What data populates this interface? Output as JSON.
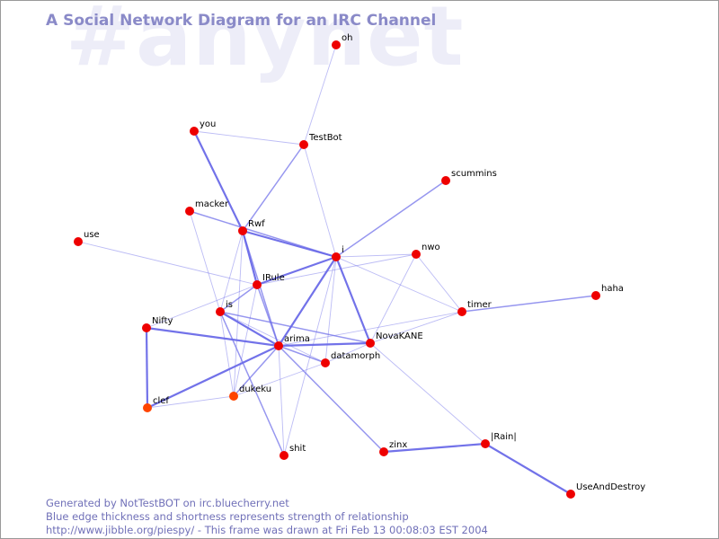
{
  "watermark": "#anynet",
  "title": "A Social Network Diagram for an IRC Channel",
  "footer": {
    "line1": "Generated by NotTestBOT on irc.bluecherry.net",
    "line2": "Blue edge thickness and shortness represents strength of relationship",
    "line3": "http://www.jibble.org/piespy/ - This frame was drawn at Fri Feb 13 00:08:03 EST 2004"
  },
  "colors": {
    "node": "#ee0000",
    "node_alt": "#ff4400",
    "edge": "#6a6ae8",
    "title": "#8a8ac8",
    "footer": "#7070b8",
    "watermark": "#ededf8"
  },
  "graph": {
    "nodes": [
      {
        "id": "oh",
        "label": "oh"
      },
      {
        "id": "testbot",
        "label": "TestBot"
      },
      {
        "id": "you",
        "label": "you"
      },
      {
        "id": "scummins",
        "label": "scummins"
      },
      {
        "id": "macker",
        "label": "macker"
      },
      {
        "id": "rwf",
        "label": "Rwf"
      },
      {
        "id": "use",
        "label": "use"
      },
      {
        "id": "i",
        "label": "i"
      },
      {
        "id": "nwo",
        "label": "nwo"
      },
      {
        "id": "irule",
        "label": "IRule"
      },
      {
        "id": "haha",
        "label": "haha"
      },
      {
        "id": "is",
        "label": "is"
      },
      {
        "id": "timer",
        "label": "timer"
      },
      {
        "id": "nifty",
        "label": "Nifty"
      },
      {
        "id": "arima",
        "label": "arima"
      },
      {
        "id": "novakane",
        "label": "NovaKANE"
      },
      {
        "id": "datamorph",
        "label": "datamorph"
      },
      {
        "id": "dukeku",
        "label": "dukeku",
        "alt": true
      },
      {
        "id": "clef",
        "label": "clef",
        "alt": true
      },
      {
        "id": "rain",
        "label": "|Rain|"
      },
      {
        "id": "zinx",
        "label": "zinx"
      },
      {
        "id": "shit",
        "label": "shit"
      },
      {
        "id": "useanddestroy",
        "label": "UseAndDestroy"
      }
    ],
    "edges": [
      [
        "oh",
        "testbot",
        1
      ],
      [
        "testbot",
        "you",
        1
      ],
      [
        "testbot",
        "rwf",
        2
      ],
      [
        "testbot",
        "i",
        1
      ],
      [
        "you",
        "rwf",
        3
      ],
      [
        "rwf",
        "i",
        3
      ],
      [
        "rwf",
        "irule",
        3
      ],
      [
        "rwf",
        "arima",
        2
      ],
      [
        "rwf",
        "is",
        1
      ],
      [
        "rwf",
        "dukeku",
        1
      ],
      [
        "macker",
        "i",
        2
      ],
      [
        "macker",
        "is",
        1
      ],
      [
        "use",
        "irule",
        1
      ],
      [
        "i",
        "irule",
        3
      ],
      [
        "i",
        "arima",
        3
      ],
      [
        "i",
        "novakane",
        3
      ],
      [
        "i",
        "nwo",
        1
      ],
      [
        "i",
        "timer",
        1
      ],
      [
        "i",
        "datamorph",
        1
      ],
      [
        "i",
        "shit",
        1
      ],
      [
        "i",
        "scummins",
        2
      ],
      [
        "irule",
        "nwo",
        1
      ],
      [
        "irule",
        "arima",
        2
      ],
      [
        "irule",
        "is",
        2
      ],
      [
        "irule",
        "nifty",
        1
      ],
      [
        "irule",
        "dukeku",
        1
      ],
      [
        "is",
        "arima",
        3
      ],
      [
        "is",
        "novakane",
        2
      ],
      [
        "is",
        "shit",
        2
      ],
      [
        "is",
        "dukeku",
        1
      ],
      [
        "is",
        "datamorph",
        1
      ],
      [
        "nwo",
        "novakane",
        1
      ],
      [
        "nwo",
        "timer",
        1
      ],
      [
        "timer",
        "haha",
        2
      ],
      [
        "timer",
        "novakane",
        1
      ],
      [
        "timer",
        "arima",
        1
      ],
      [
        "nifty",
        "arima",
        3
      ],
      [
        "nifty",
        "clef",
        3
      ],
      [
        "arima",
        "novakane",
        3
      ],
      [
        "arima",
        "datamorph",
        2
      ],
      [
        "arima",
        "dukeku",
        2
      ],
      [
        "arima",
        "clef",
        3
      ],
      [
        "arima",
        "zinx",
        2
      ],
      [
        "arima",
        "shit",
        1
      ],
      [
        "novakane",
        "datamorph",
        1
      ],
      [
        "novakane",
        "rain",
        1
      ],
      [
        "datamorph",
        "dukeku",
        1
      ],
      [
        "dukeku",
        "clef",
        1
      ],
      [
        "zinx",
        "rain",
        3
      ],
      [
        "rain",
        "useanddestroy",
        3
      ]
    ]
  }
}
